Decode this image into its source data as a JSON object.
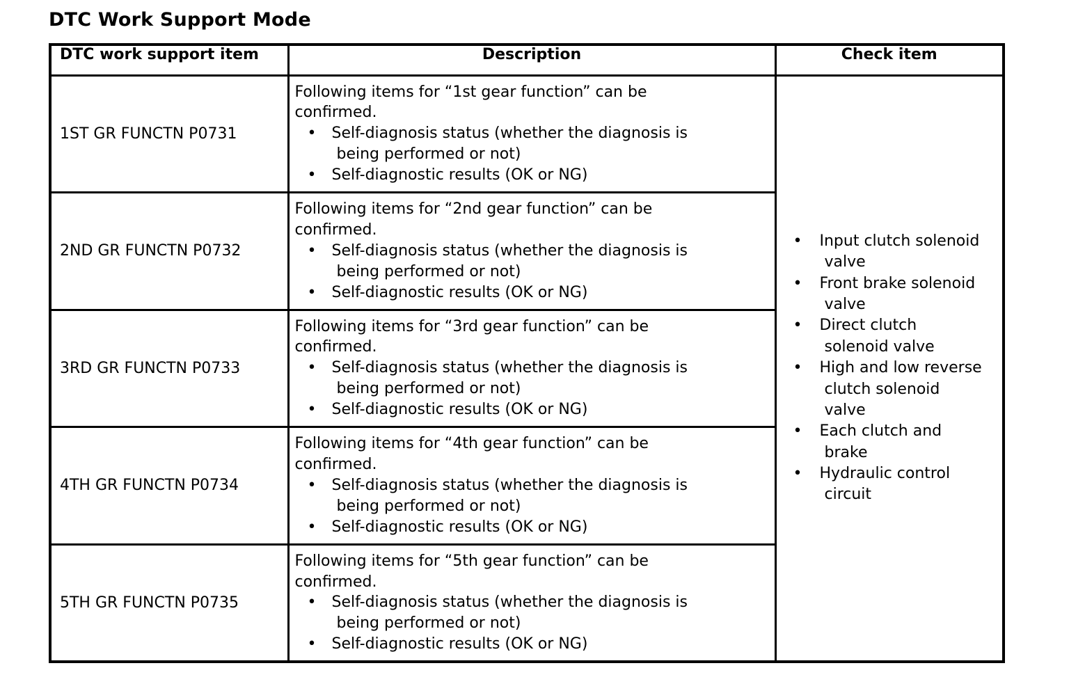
{
  "document": {
    "title": "DTC Work Support Mode"
  },
  "table": {
    "headers": {
      "item": "DTC work support item",
      "description": "Description",
      "check": "Check item"
    },
    "rows": [
      {
        "item": "1ST GR FUNCTN P0731",
        "intro_line1": "Following items for “1st gear function” can be",
        "intro_line2": "confirmed.",
        "bullets": [
          {
            "dot": "•",
            "line1": "Self-diagnosis status (whether the diagnosis is",
            "line2": "being performed or not)"
          },
          {
            "dot": "•",
            "line1": "Self-diagnostic results (OK or NG)",
            "line2": ""
          }
        ]
      },
      {
        "item": "2ND GR FUNCTN P0732",
        "intro_line1": "Following items for “2nd gear function” can be",
        "intro_line2": "confirmed.",
        "bullets": [
          {
            "dot": "•",
            "line1": "Self-diagnosis status (whether the diagnosis is",
            "line2": "being performed or not)"
          },
          {
            "dot": "•",
            "line1": "Self-diagnostic results (OK or NG)",
            "line2": ""
          }
        ]
      },
      {
        "item": "3RD GR FUNCTN P0733",
        "intro_line1": "Following items for “3rd gear function” can be",
        "intro_line2": "confirmed.",
        "bullets": [
          {
            "dot": "•",
            "line1": "Self-diagnosis status (whether the diagnosis is",
            "line2": "being performed or not)"
          },
          {
            "dot": "•",
            "line1": "Self-diagnostic results (OK or NG)",
            "line2": ""
          }
        ]
      },
      {
        "item": "4TH GR FUNCTN P0734",
        "intro_line1": "Following items for “4th gear function” can be",
        "intro_line2": "confirmed.",
        "bullets": [
          {
            "dot": "•",
            "line1": "Self-diagnosis status (whether the diagnosis is",
            "line2": "being performed or not)"
          },
          {
            "dot": "•",
            "line1": "Self-diagnostic results (OK or NG)",
            "line2": ""
          }
        ]
      },
      {
        "item": "5TH GR FUNCTN P0735",
        "intro_line1": "Following items for “5th gear function” can be",
        "intro_line2": "confirmed.",
        "bullets": [
          {
            "dot": "•",
            "line1": "Self-diagnosis status (whether the diagnosis is",
            "line2": "being performed or not)"
          },
          {
            "dot": "•",
            "line1": "Self-diagnostic results (OK or NG)",
            "line2": ""
          }
        ]
      }
    ],
    "check_items": [
      {
        "dot": "•",
        "line1": "Input clutch solenoid",
        "line2": "valve",
        "line3": ""
      },
      {
        "dot": "•",
        "line1": "Front brake solenoid",
        "line2": "valve",
        "line3": ""
      },
      {
        "dot": "•",
        "line1": "Direct clutch",
        "line2": "solenoid valve",
        "line3": ""
      },
      {
        "dot": "•",
        "line1": "High and low reverse",
        "line2": "clutch solenoid",
        "line3": "valve"
      },
      {
        "dot": "•",
        "line1": "Each clutch and",
        "line2": "brake",
        "line3": ""
      },
      {
        "dot": "•",
        "line1": "Hydraulic control",
        "line2": "circuit",
        "line3": ""
      }
    ]
  },
  "colors": {
    "ink": "#000000",
    "paper": "#ffffff"
  }
}
